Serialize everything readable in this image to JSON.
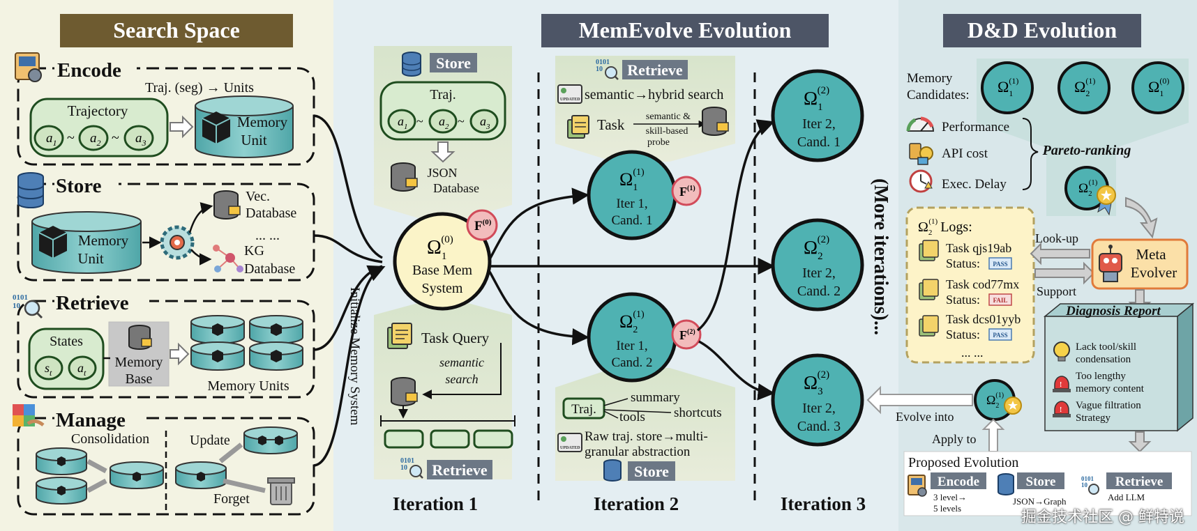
{
  "panels": {
    "search_space": "Search Space",
    "evolution": "MemEvolve Evolution",
    "dd": "D&D Evolution"
  },
  "encode": {
    "title": "Encode",
    "arrow_label": "Traj. (seg) → Units",
    "trajectory": "Trajectory",
    "a1": "a",
    "a1_sub": "1",
    "a2": "a",
    "a2_sub": "2",
    "a3": "a",
    "a3_sub": "3",
    "memory_unit_line1": "Memory",
    "memory_unit_line2": "Unit"
  },
  "store": {
    "title": "Store",
    "memory_unit_line1": "Memory",
    "memory_unit_line2": "Unit",
    "vec_line1": "Vec.",
    "vec_line2": "Database",
    "ellipsis": "... ...",
    "kg_line1": "KG",
    "kg_line2": "Database"
  },
  "retrieve": {
    "title": "Retrieve",
    "states": "States",
    "s": "s",
    "s_sub": "t",
    "a": "a",
    "a_sub": "t",
    "memory_base_line1": "Memory",
    "memory_base_line2": "Base",
    "memory_units": "Memory Units"
  },
  "manage": {
    "title": "Manage",
    "consolidation": "Consolidation",
    "update": "Update",
    "forget": "Forget"
  },
  "init_label": "Initialize Memory System",
  "iteration1": {
    "store_label": "Store",
    "traj": "Traj.",
    "json_line1": "JSON",
    "json_line2": "Database",
    "base_omega": "Ω",
    "base_sub": "1",
    "base_sup": "(0)",
    "base_line1": "Base Mem",
    "base_line2": "System",
    "f_label": "F",
    "f_sup": "(0)",
    "task_query": "Task Query",
    "semantic_line1": "semantic",
    "semantic_line2": "search",
    "retrieve_label": "Retrieve",
    "footer": "Iteration 1"
  },
  "iteration2": {
    "retrieve_label": "Retrieve",
    "hybrid": "semantic→hybrid search",
    "task": "Task",
    "probe_line1": "semantic &",
    "probe_line2": "skill-based",
    "probe_line3": "probe",
    "cand1_omega": "Ω",
    "cand1_sub": "1",
    "cand1_sup": "(1)",
    "cand1_line1": "Iter 1,",
    "cand1_line2": "Cand. 1",
    "f1": "F",
    "f1_sup": "(1)",
    "cand2_omega": "Ω",
    "cand2_sub": "2",
    "cand2_sup": "(1)",
    "cand2_line1": "Iter 1,",
    "cand2_line2": "Cand. 2",
    "f2": "F",
    "f2_sup": "(2)",
    "traj": "Traj.",
    "summary": "summary",
    "tools": "tools",
    "shortcuts": "shortcuts",
    "raw_line1": "Raw traj. store→multi-",
    "raw_line2": "granular abstraction",
    "store_label": "Store",
    "footer": "Iteration 2"
  },
  "iteration3": {
    "c1_omega": "Ω",
    "c1_sub": "1",
    "c1_sup": "(2)",
    "c1_line1": "Iter 2,",
    "c1_line2": "Cand. 1",
    "c2_omega": "Ω",
    "c2_sub": "2",
    "c2_sup": "(2)",
    "c2_line1": "Iter 2,",
    "c2_line2": "Cand. 2",
    "c3_omega": "Ω",
    "c3_sub": "3",
    "c3_sup": "(2)",
    "c3_line1": "Iter 2,",
    "c3_line2": "Cand. 3",
    "more": "(More iterations)...",
    "footer": "Iteration 3"
  },
  "dd": {
    "candidates_line1": "Memory",
    "candidates_line2": "Candidates:",
    "cand_a_sub": "1",
    "cand_a_sup": "(1)",
    "cand_b_sub": "2",
    "cand_b_sup": "(1)",
    "cand_c_sub": "1",
    "cand_c_sup": "(0)",
    "performance": "Performance",
    "api_cost": "API cost",
    "exec_delay": "Exec. Delay",
    "pareto": "Pareto-ranking",
    "logs_omega": "Ω",
    "logs_sub": "2",
    "logs_sup": "(1)",
    "logs_title": "Logs:",
    "task1": "Task qjs19ab",
    "task2": "Task cod77mx",
    "task3": "Task dcs01yyb",
    "status": "Status:",
    "pass": "PASS",
    "fail": "FAIL",
    "logs_more": "... ...",
    "lookup": "Look-up",
    "support": "Support",
    "meta_line1": "Meta",
    "meta_line2": "Evolver",
    "diagnosis_title": "Diagnosis Report",
    "diag1_line1": "Lack tool/skill",
    "diag1_line2": "condensation",
    "diag2_line1": "Too lengthy",
    "diag2_line2": "memory content",
    "diag3_line1": "Vague filtration",
    "diag3_line2": "Strategy",
    "evolve_into": "Evolve into",
    "apply_to": "Apply to",
    "proposed": "Proposed Evolution",
    "encode": "Encode",
    "encode_line1": "3 level→",
    "encode_line2": "5 levels",
    "store": "Store",
    "store_line1": "JSON→Graph",
    "retrieve": "Retrieve",
    "retrieve_line1": "Add LLM"
  },
  "watermark": "掘金技术社区 @ 鲜特说",
  "colors": {
    "search_bg": "#f3f3e3",
    "evo_bg": "#e4eef2",
    "dd_bg": "#d9e7ea",
    "header_brown": "#6e5b30",
    "header_slate": "#4d5566",
    "teal": "#5fb4b4",
    "teal_dark": "#2e7d80",
    "cream": "#fbf4c8",
    "green_stroke": "#1f4d1f",
    "pink": "#e88a8a"
  }
}
